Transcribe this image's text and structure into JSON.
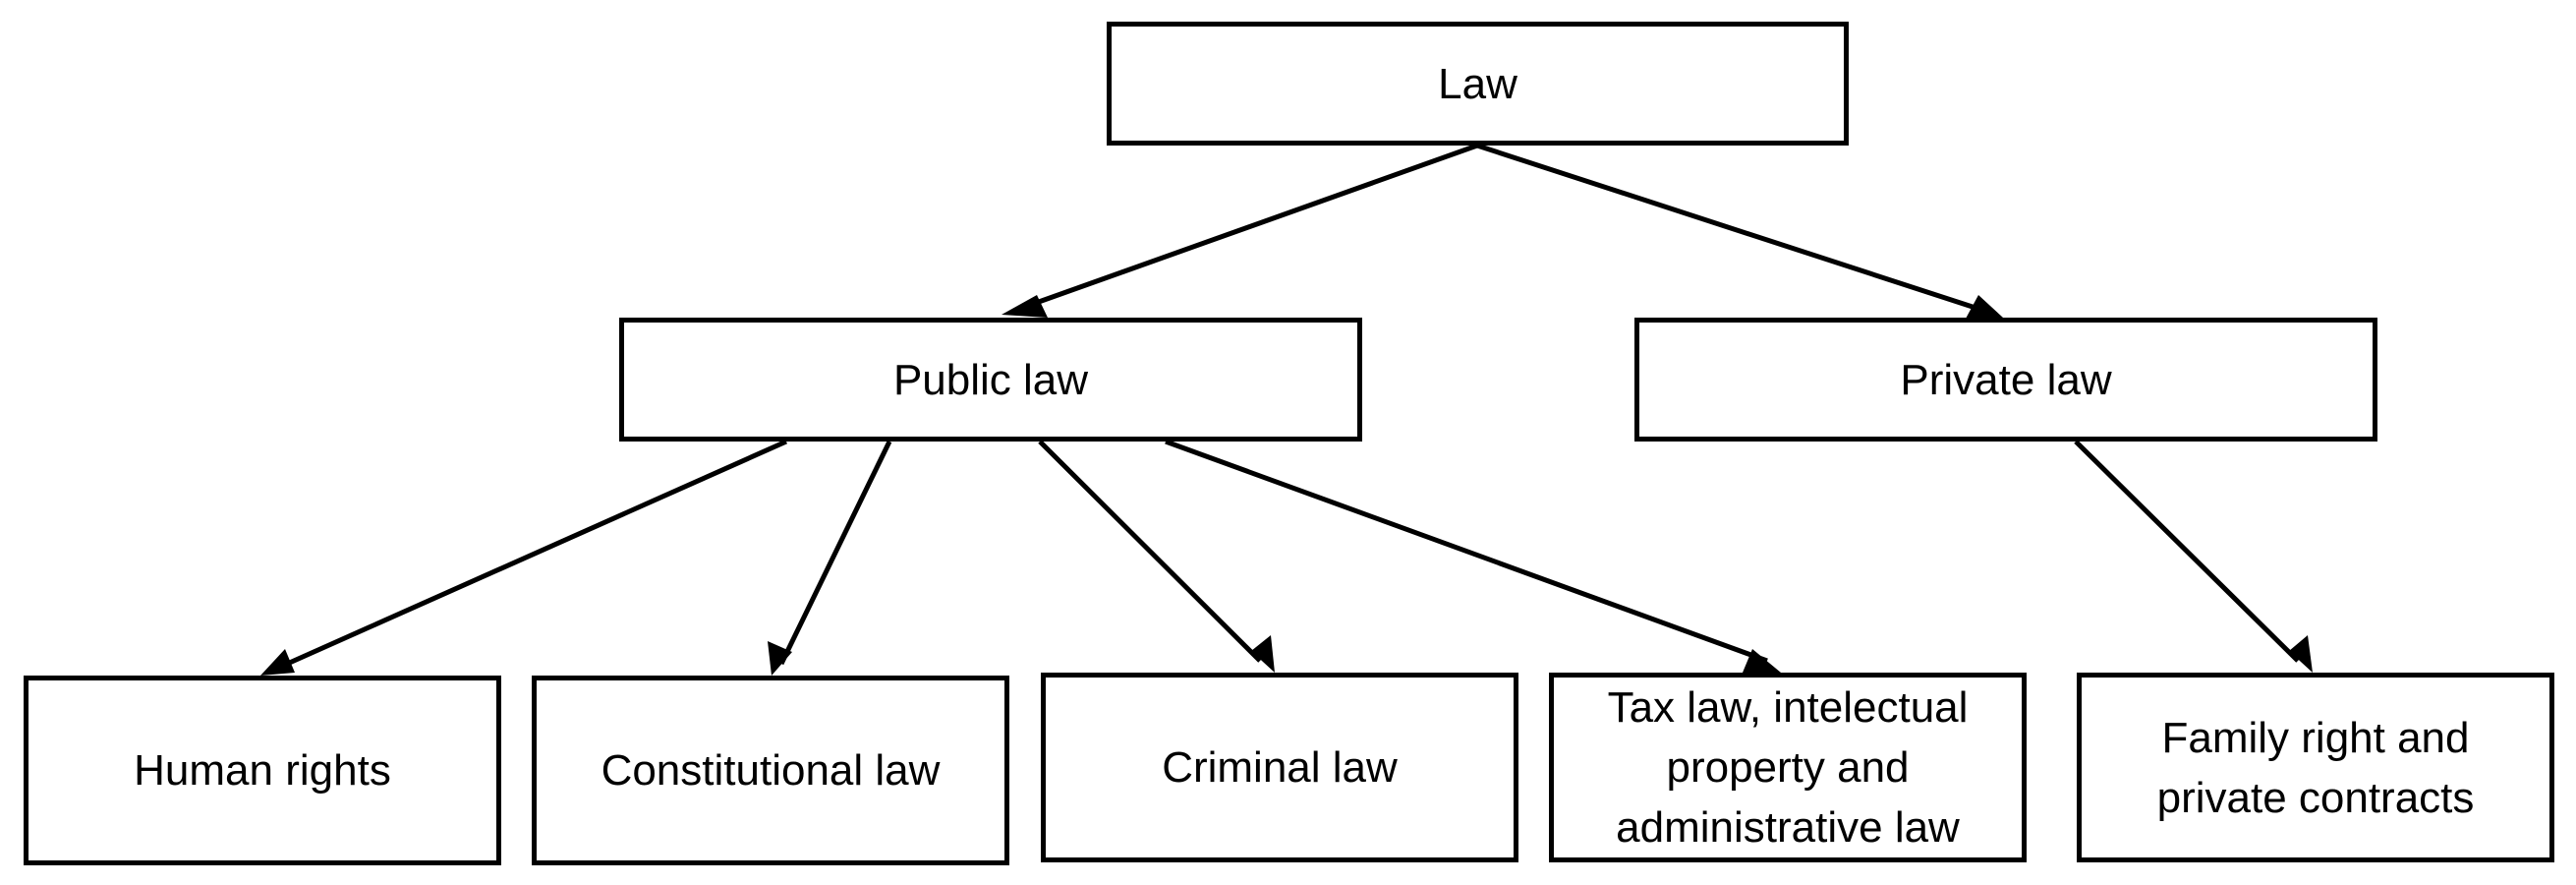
{
  "diagram": {
    "root": {
      "label": "Law"
    },
    "level1": {
      "public": {
        "label": "Public law"
      },
      "private": {
        "label": "Private law"
      }
    },
    "level2": {
      "human_rights": {
        "label": "Human rights"
      },
      "constitutional": {
        "label": "Constitutional law"
      },
      "criminal": {
        "label": "Criminal law"
      },
      "tax": {
        "lines": [
          "Tax law, intelectual",
          "property and",
          "administrative law"
        ]
      },
      "family": {
        "lines": [
          "Family right and",
          "private contracts"
        ]
      }
    },
    "edges": [
      {
        "from": "Law",
        "to": "Public law"
      },
      {
        "from": "Law",
        "to": "Private law"
      },
      {
        "from": "Public law",
        "to": "Human rights"
      },
      {
        "from": "Public law",
        "to": "Constitutional law"
      },
      {
        "from": "Public law",
        "to": "Criminal law"
      },
      {
        "from": "Public law",
        "to": "Tax law, intelectual property and administrative law"
      },
      {
        "from": "Private law",
        "to": "Family right and private contracts"
      }
    ],
    "colors": {
      "stroke": "#000000",
      "background": "#ffffff",
      "text": "#000000"
    }
  }
}
